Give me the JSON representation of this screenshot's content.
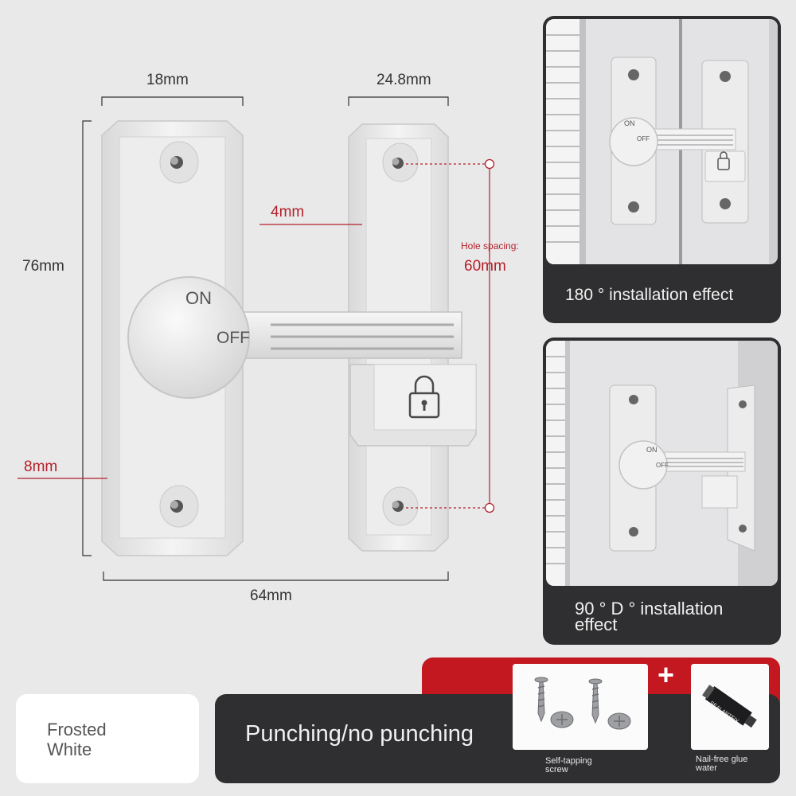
{
  "dimensions": {
    "width_left": "18mm",
    "width_right": "24.8mm",
    "height": "76mm",
    "offset_top": "4mm",
    "offset_bottom": "8mm",
    "total_width": "64mm",
    "hole_spacing_label": "Hole spacing:",
    "hole_spacing_value": "60mm"
  },
  "latch": {
    "on_label": "ON",
    "off_label": "OFF"
  },
  "installation": {
    "effect_180": "180 ° installation effect",
    "effect_90_line1": "90 ° D ° installation",
    "effect_90_line2": "effect",
    "mini_on": "ON",
    "mini_off": "OFF"
  },
  "color_option": {
    "line1": "Frosted",
    "line2": "White"
  },
  "mounting": {
    "title": "Punching/no punching",
    "plus": "+",
    "screw_caption_line1": "Self-tapping",
    "screw_caption_line2": "screw",
    "glue_caption_line1": "Nail-free glue",
    "glue_caption_line2": "water",
    "glue_brand": "SEALANTFIX"
  },
  "colors": {
    "accent_red": "#b3202a",
    "panel_dark": "#2f2f31",
    "latch_white": "#ebebeb"
  }
}
